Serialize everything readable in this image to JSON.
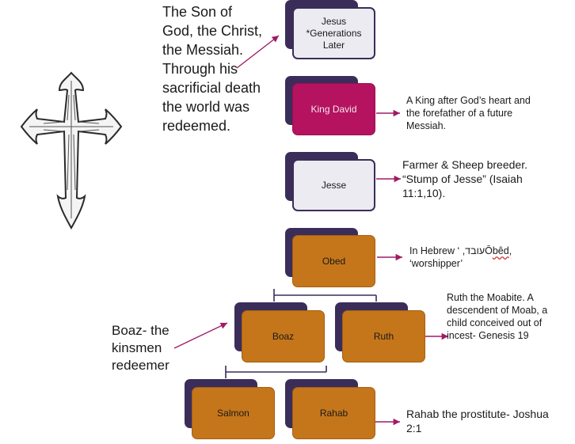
{
  "nodes": {
    "jesus": {
      "line1": "Jesus",
      "line2": "*Generations",
      "line3": "Later"
    },
    "king_david": "King David",
    "jesse": "Jesse",
    "obed": "Obed",
    "boaz": "Boaz",
    "ruth": "Ruth",
    "salmon": "Salmon",
    "rahab": "Rahab"
  },
  "captions": {
    "jesus": "The Son of God, the Christ, the Messiah. Through his sacrificial death the world was redeemed.",
    "king_david": "A King after God’s heart and the forefather of a future Messiah.",
    "jesse": "Farmer & Sheep breeder. “Stump of Jesse” (Isaiah 11:1,10).",
    "obed_prefix": "In Hebrew ‘ ,עובדŌ",
    "obed_word": "bêd",
    "obed_suffix": ",",
    "obed_line2": "‘worshipper’",
    "ruth": "Ruth the Moabite. A descendent of Moab, a child conceived out of incest- Genesis 19",
    "boaz": "Boaz- the kinsmen redeemer",
    "rahab": "Rahab the prostitute- Joshua 2:1"
  },
  "icons": {
    "cross": "cross-icon"
  },
  "colors": {
    "box_light": "#ecebf2",
    "box_shadow": "#3b2d5a",
    "box_magenta": "#b5125f",
    "box_orange": "#c5761a",
    "arrow": "#a01b66"
  }
}
